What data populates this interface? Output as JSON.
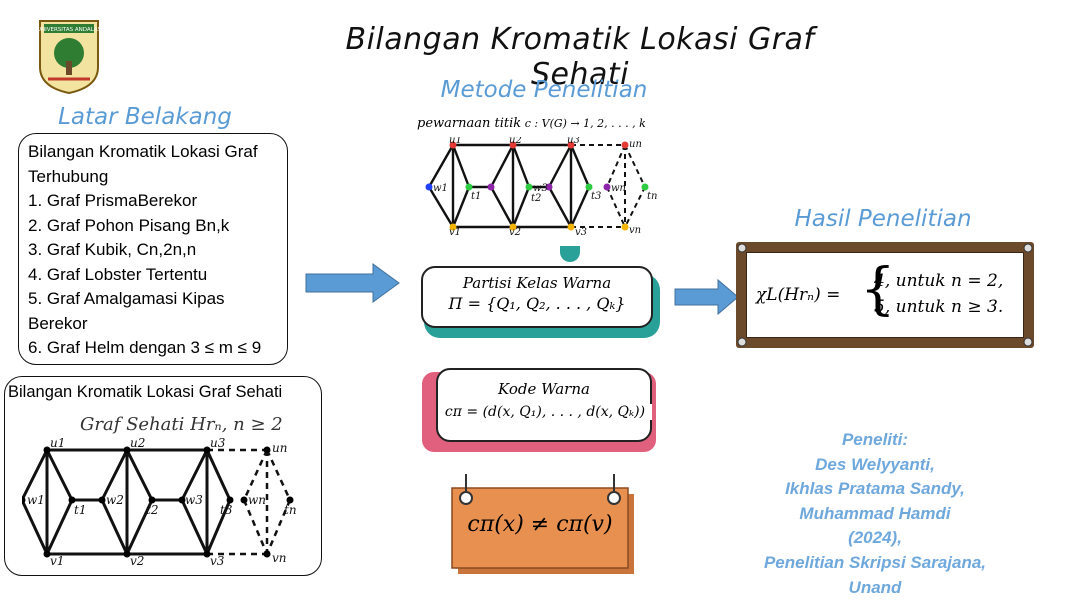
{
  "title": "Bilangan Kromatik Lokasi Graf Sehati",
  "logo": {
    "text": "UNIVERSITAS ANDALAS",
    "color": "#2e7d32"
  },
  "latar": {
    "heading": "Latar Belakang",
    "items": [
      "Bilangan Kromatik Lokasi Graf",
      "Terhubung",
      "1. Graf PrismaBerekor",
      "2. Graf Pohon Pisang Bn,k",
      "3. Graf Kubik, Cn,2n,n",
      "4. Graf Lobster Tertentu",
      "5. Graf Amalgamasi Kipas",
      "Berekor",
      "6. Graf Helm dengan 3 ≤ m ≤ 9"
    ],
    "graph_box_label": "Bilangan Kromatik Lokasi Graf Sehati",
    "graph_title": "Graf Sehati Hrₙ, n ≥ 2"
  },
  "metode": {
    "heading": "Metode Penelitian",
    "coloring_label": "pewarnaan titik",
    "coloring_formula": "c : V(G) → 1, 2, . . . , k",
    "partisi_label": "Partisi Kelas Warna",
    "partisi_formula": "Π = {Q₁, Q₂, . . . , Qₖ}",
    "kode_label": "Kode Warna",
    "kode_formula": "c𝜋 = (d(x, Q₁), . . . , d(x, Qₖ))",
    "sign_formula": "c𝜋(x) ≠ c𝜋(v)"
  },
  "hasil": {
    "heading": "Hasil Penelitian",
    "lhs": "χL(Hrₙ) =",
    "case1": "4,  untuk n = 2,",
    "case2": "5,  untuk n ≥ 3."
  },
  "credits": [
    "Peneliti:",
    "Des Welyyanti,",
    "Ikhlas Pratama Sandy,",
    "Muhammad Hamdi",
    "(2024),",
    "Penelitian Skripsi Sarajana,",
    "Unand"
  ],
  "graph_labels": {
    "u": [
      "u1",
      "u2",
      "u3",
      "un"
    ],
    "v": [
      "v1",
      "v2",
      "v3",
      "vn"
    ],
    "w": [
      "w1",
      "w2",
      "w3",
      "wn"
    ],
    "t": [
      "t1",
      "t2",
      "t3",
      "tn"
    ]
  },
  "colors": {
    "accent": "#5b9bd5",
    "credit": "#6fa8dc",
    "teal": "#2aa198",
    "pink": "#e0607e",
    "sign": "#e89050",
    "frame": "#6b4a2b"
  }
}
